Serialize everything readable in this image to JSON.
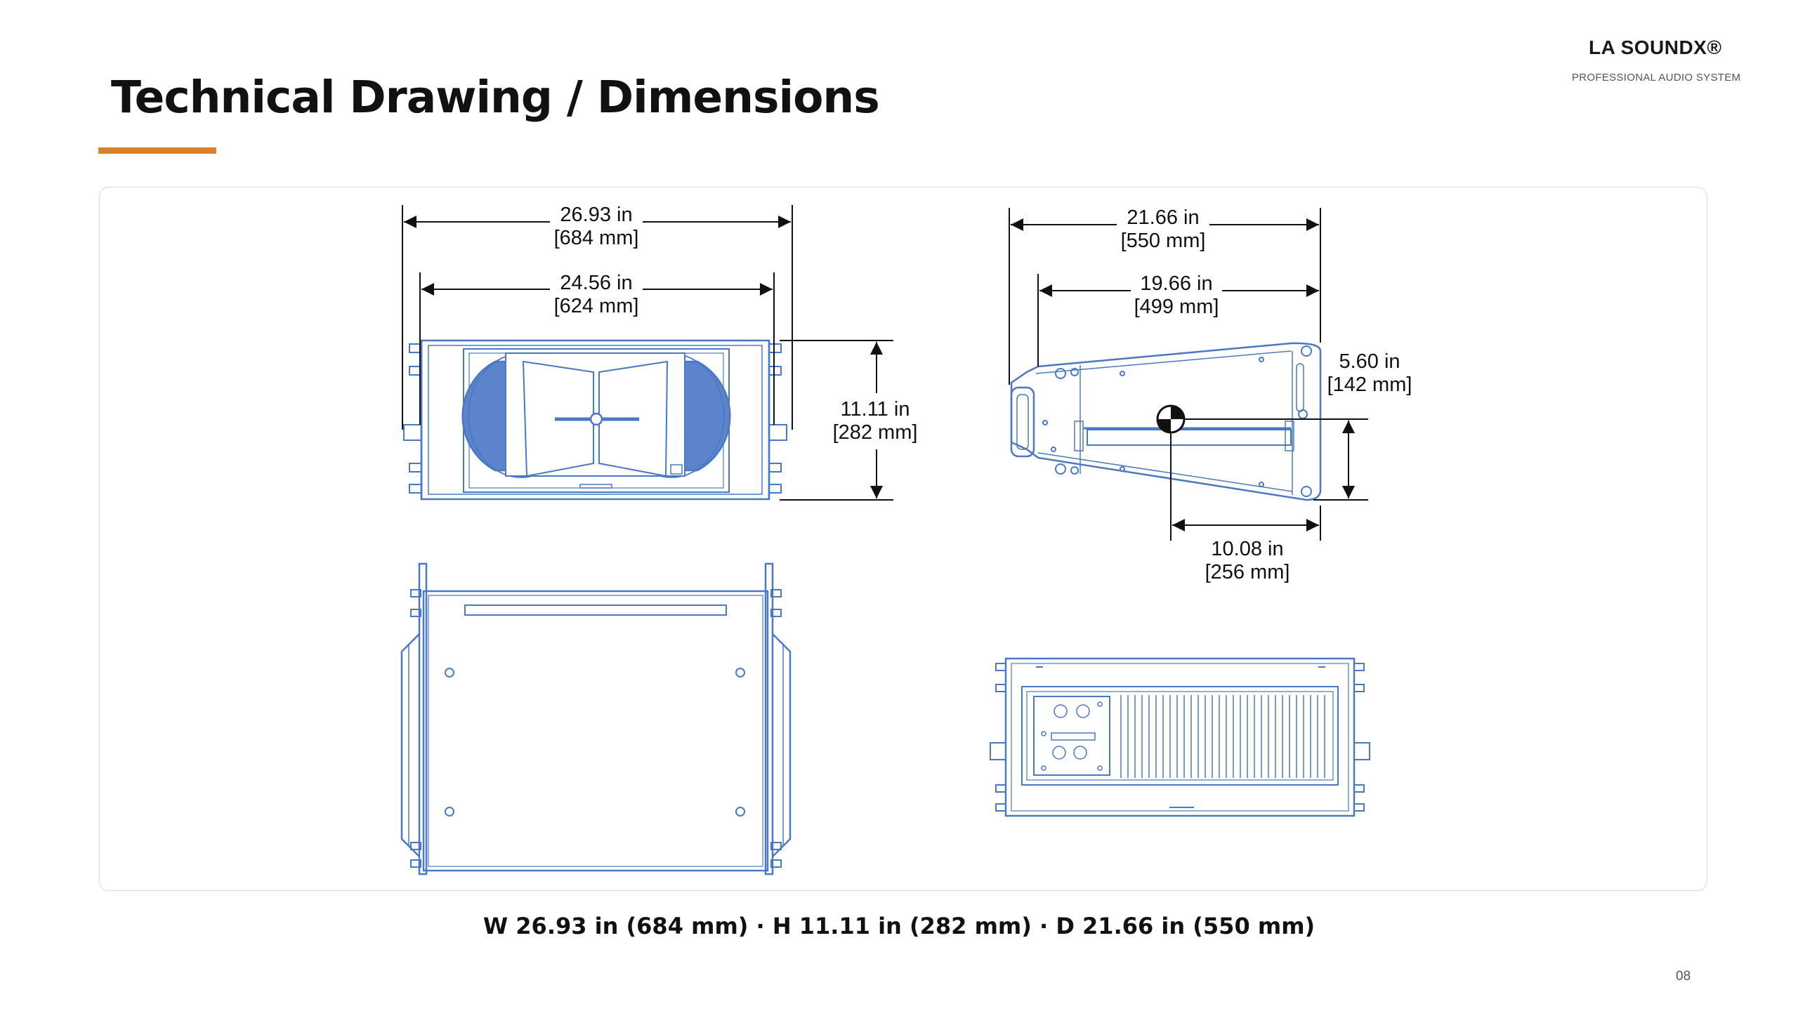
{
  "header": {
    "brand_name": "LA SOUNDX®",
    "brand_tagline": "PROFESSIONAL AUDIO SYSTEM",
    "title": "Technical Drawing / Dimensions",
    "accent_color": "#d9822b"
  },
  "drawing": {
    "line_color": "#4a78c2",
    "fill_color": "#5b84cc",
    "front_view": {
      "overall_width": {
        "in": "26.93 in",
        "mm": "[684 mm]"
      },
      "inner_width": {
        "in": "24.56 in",
        "mm": "[624 mm]"
      },
      "height": {
        "in": "11.11 in",
        "mm": "[282 mm]"
      }
    },
    "side_view": {
      "overall_depth": {
        "in": "21.66 in",
        "mm": "[550 mm]"
      },
      "inner_depth": {
        "in": "19.66 in",
        "mm": "[499 mm]"
      },
      "cog_height": {
        "in": "5.60 in",
        "mm": "[142 mm]"
      },
      "cog_depth": {
        "in": "10.08 in",
        "mm": "[256 mm]"
      }
    }
  },
  "footer": {
    "dimensions_summary": "W 26.93 in (684 mm)  ·  H 11.11 in (282 mm)  ·  D 21.66 in (550 mm)",
    "page_number": "08"
  }
}
